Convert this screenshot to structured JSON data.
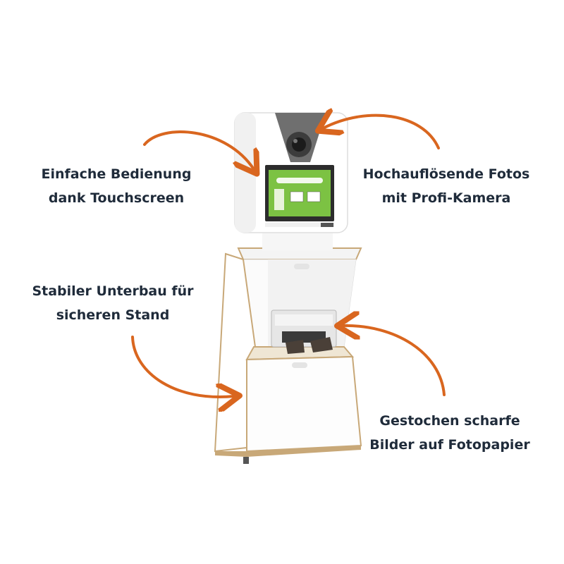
{
  "colors": {
    "text": "#1f2b3a",
    "arrow": "#d9661f",
    "screen": "#7cc243",
    "booth_white": "#ffffff",
    "plywood_edge": "#c8a878"
  },
  "annotations": {
    "touchscreen": {
      "line1": "Einfache Bedienung",
      "line2": "dank Touchscreen"
    },
    "camera": {
      "line1": "Hochauflösende Fotos",
      "line2": "mit Profi-Kamera"
    },
    "base": {
      "line1": "Stabiler Unterbau für",
      "line2": "sicheren Stand"
    },
    "printer": {
      "line1": "Gestochen scharfe",
      "line2": "Bilder auf Fotopapier"
    }
  }
}
